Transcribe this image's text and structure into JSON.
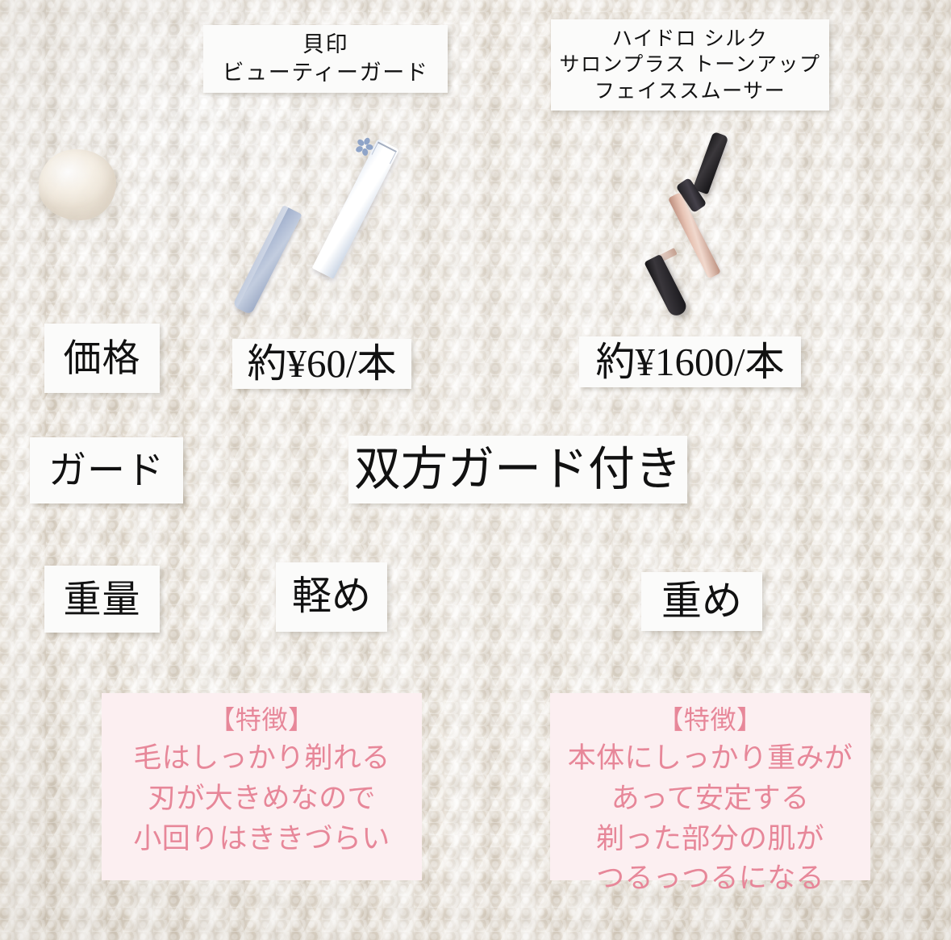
{
  "page": {
    "kind": "product-comparison-infographic",
    "language": "ja",
    "background": "cream cable-knit sweater texture",
    "colors": {
      "label_box_bg": "#fbfbfa",
      "label_text": "#111111",
      "feature_box_bg": "#fceff1",
      "feature_text": "#e78799",
      "background_base": "#efe9e0"
    }
  },
  "products": [
    {
      "id": "left",
      "header_lines": [
        "貝印",
        "ビューティーガード"
      ],
      "image": {
        "name": "white-face-razor",
        "description": "白い柄と青灰色の刃のフェイス用カミソリ",
        "handle_color": "#ffffff",
        "blade_color": "#a8b6d0",
        "emblem": "blue-flower"
      },
      "price": "約¥60/本",
      "weight": "軽め",
      "feature": {
        "title": "【特徴】",
        "lines": [
          "毛はしっかり剃れる",
          "刃が大きめなので",
          "小回りはききづらい"
        ]
      }
    },
    {
      "id": "right",
      "header_lines": [
        "ハイドロ シルク",
        "サロンプラス トーンアップ",
        "フェイススムーサー"
      ],
      "image": {
        "name": "black-rose-gold-razor",
        "description": "黒とローズゴールドのフェイス用カミソリ",
        "handle_color": "#1a1a1c",
        "accent_color": "#e3bfae",
        "emblem": "none"
      },
      "price": "約¥1600/本",
      "weight": "重め",
      "feature": {
        "title": "【特徴】",
        "lines": [
          "本体にしっかり重みが",
          "あって安定する",
          "剃った部分の肌が",
          "つるっつるになる"
        ]
      }
    }
  ],
  "rows": {
    "price_label": "価格",
    "guard_label": "ガード",
    "weight_label": "重量",
    "guard_value_shared": "双方ガード付き"
  }
}
